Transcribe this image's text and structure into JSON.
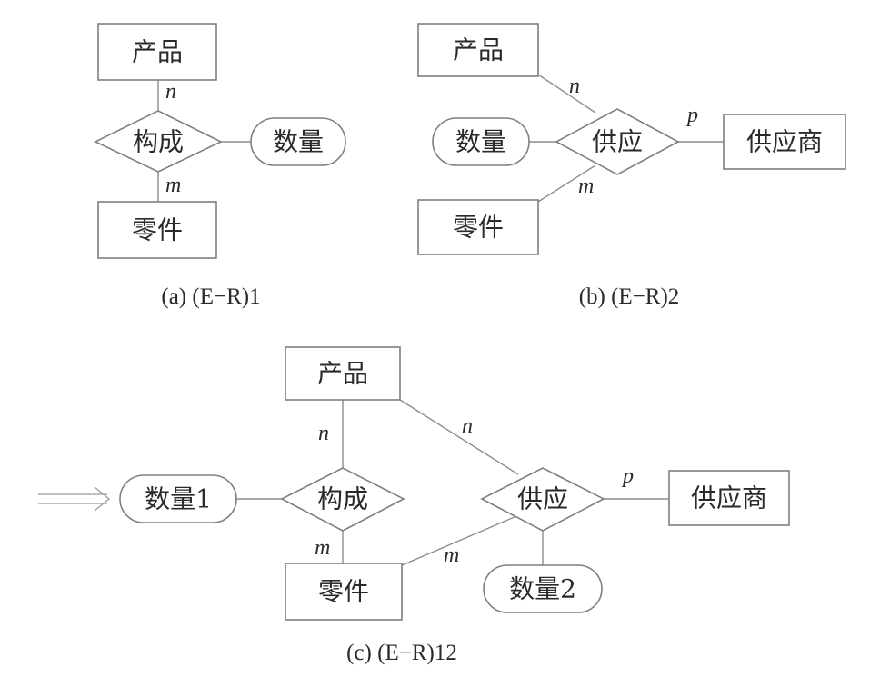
{
  "diagrams": {
    "a": {
      "product": "产品",
      "relation": "构成",
      "attribute": "数量",
      "part": "零件",
      "card_product": "n",
      "card_part": "m",
      "caption": "(a) (E−R)1"
    },
    "b": {
      "product": "产品",
      "attribute": "数量",
      "relation": "供应",
      "supplier": "供应商",
      "part": "零件",
      "card_product": "n",
      "card_part": "m",
      "card_supplier": "p",
      "caption": "(b) (E−R)2"
    },
    "c": {
      "product": "产品",
      "attr1": "数量1",
      "relation_compose": "构成",
      "relation_supply": "供应",
      "supplier": "供应商",
      "part": "零件",
      "attr2": "数量2",
      "card_compose_product": "n",
      "card_supply_product": "n",
      "card_compose_part": "m",
      "card_supply_part": "m",
      "card_supplier": "p",
      "caption": "(c) (E−R)12"
    }
  }
}
